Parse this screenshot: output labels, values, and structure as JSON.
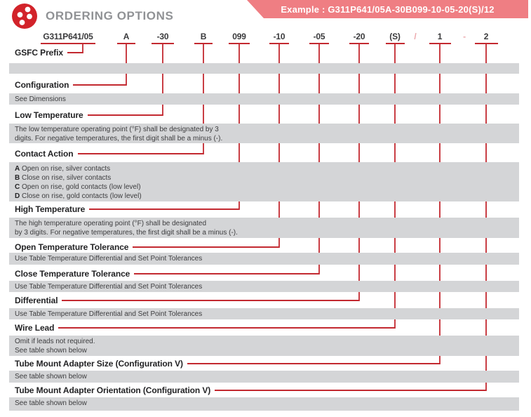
{
  "header": {
    "title": "ORDERING OPTIONS",
    "example": "Example : G311P641/05A-30B099-10-05-20(S)/12"
  },
  "part_number": {
    "segments": [
      "G311P641/05",
      "A",
      "-30",
      "B",
      "099",
      "-10",
      "-05",
      "-20",
      "(S)",
      "/",
      "1",
      "-",
      "2"
    ]
  },
  "sections": [
    {
      "label": "GSFC Prefix"
    },
    {
      "label": "Configuration",
      "note": [
        "See Dimensions"
      ]
    },
    {
      "label": "Low Temperature",
      "note": [
        "The low temperature operating point (°F) shall be designated by 3",
        "digits. For negative temperatures, the first digit shall be a minus (-)."
      ]
    },
    {
      "label": "Contact Action",
      "options": [
        {
          "code": "A",
          "text": "Open on rise, silver contacts"
        },
        {
          "code": "B",
          "text": "Close on rise, silver contacts"
        },
        {
          "code": "C",
          "text": "Open on rise, gold contacts (low level)"
        },
        {
          "code": "D",
          "text": "Close on rise, gold contacts (low level)"
        }
      ]
    },
    {
      "label": "High Temperature",
      "note": [
        "The high temperature operating point (°F) shall be designated",
        "by 3 digits. For negative temperatures, the first digit shall be a minus (-)."
      ]
    },
    {
      "label": "Open Temperature Tolerance",
      "note": [
        "Use Table Temperature Differential and Set Point Tolerances"
      ]
    },
    {
      "label": "Close Temperature Tolerance",
      "note": [
        "Use Table Temperature Differential and Set Point Tolerances"
      ]
    },
    {
      "label": "Differential",
      "note": [
        "Use Table Temperature Differential and Set Point Tolerances"
      ]
    },
    {
      "label": "Wire Lead",
      "note": [
        "Omit if leads not required.",
        "See table shown below"
      ]
    },
    {
      "label": "Tube Mount Adapter Size (Configuration V)",
      "note": [
        "See table shown below"
      ]
    },
    {
      "label": "Tube Mount Adapter Orientation (Configuration V)",
      "note": [
        "See table shown below"
      ]
    }
  ],
  "colors": {
    "accent_red": "#c32930",
    "logo_red": "#d2232a",
    "banner_pink": "#ef7e83",
    "separator_pink": "#eca7ab",
    "bar_gray": "#d4d5d7",
    "title_gray": "#909295"
  }
}
